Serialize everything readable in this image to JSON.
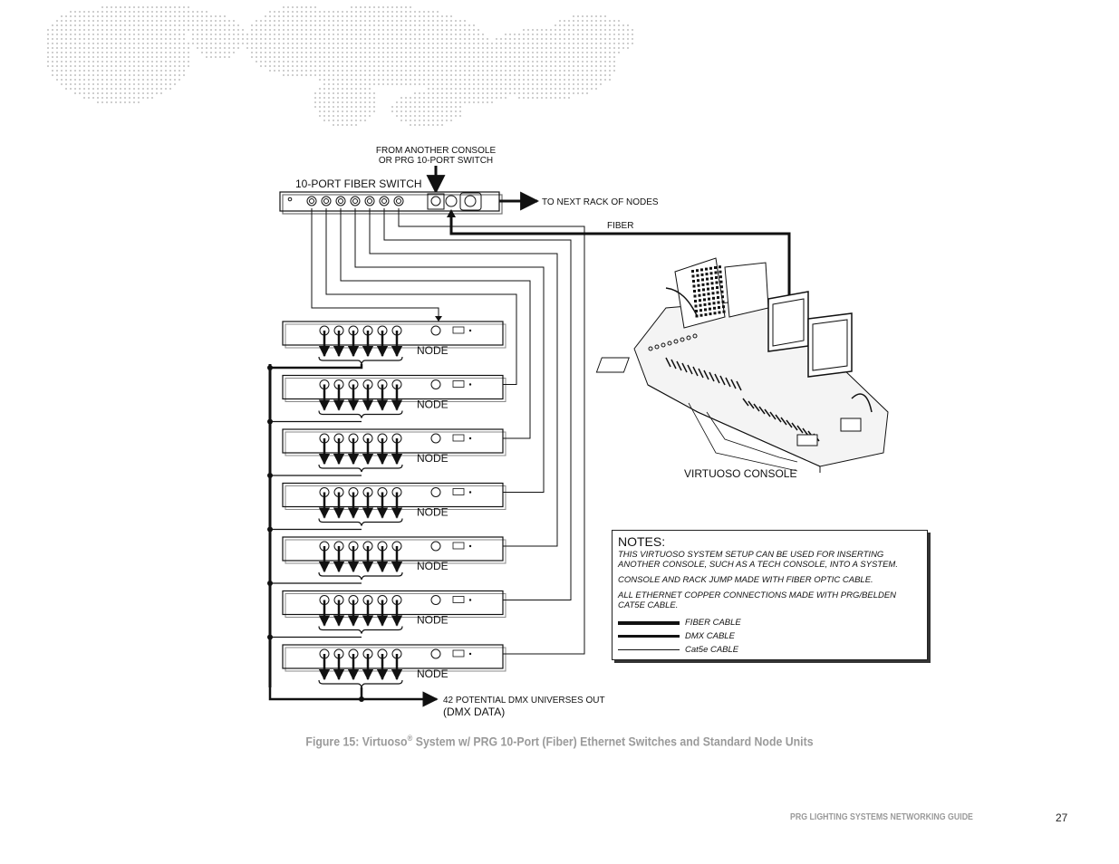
{
  "diagram": {
    "from_console_line1": "FROM ANOTHER CONSOLE",
    "from_console_line2": "OR PRG 10-PORT SWITCH",
    "switch_label": "10-PORT FIBER SWITCH",
    "to_next_rack": "TO NEXT RACK OF NODES",
    "fiber_label": "FIBER",
    "node_labels": [
      "NODE",
      "NODE",
      "NODE",
      "NODE",
      "NODE",
      "NODE",
      "NODE"
    ],
    "console_label": "VIRTUOSO CONSOLE",
    "dmx_out_line1": "42 POTENTIAL DMX UNIVERSES OUT",
    "dmx_out_line2": "(DMX DATA)"
  },
  "notes": {
    "title": "NOTES:",
    "items": [
      "THIS VIRTUOSO SYSTEM SETUP CAN BE USED FOR INSERTING ANOTHER CONSOLE, SUCH AS A TECH CONSOLE, INTO A SYSTEM.",
      "CONSOLE AND RACK JUMP MADE WITH FIBER OPTIC CABLE.",
      "ALL ETHERNET COPPER CONNECTIONS MADE WITH PRG/BELDEN CAT5E CABLE."
    ],
    "legend": [
      {
        "type": "fiber",
        "label": "FIBER CABLE"
      },
      {
        "type": "dmx",
        "label": "DMX CABLE"
      },
      {
        "type": "cat5",
        "label": "Cat5e CABLE"
      }
    ]
  },
  "caption": {
    "prefix": "Figure 15:  Virtuoso",
    "registered": "®",
    "suffix": " System w/ PRG 10-Port (Fiber) Ethernet Switches and Standard Node Units"
  },
  "footer": {
    "guide_title": "PRG LIGHTING SYSTEMS NETWORKING GUIDE",
    "page_number": "27"
  },
  "colors": {
    "line": "#111111",
    "caption": "#9a9a9a",
    "map_dots": "#cfcfcf"
  }
}
